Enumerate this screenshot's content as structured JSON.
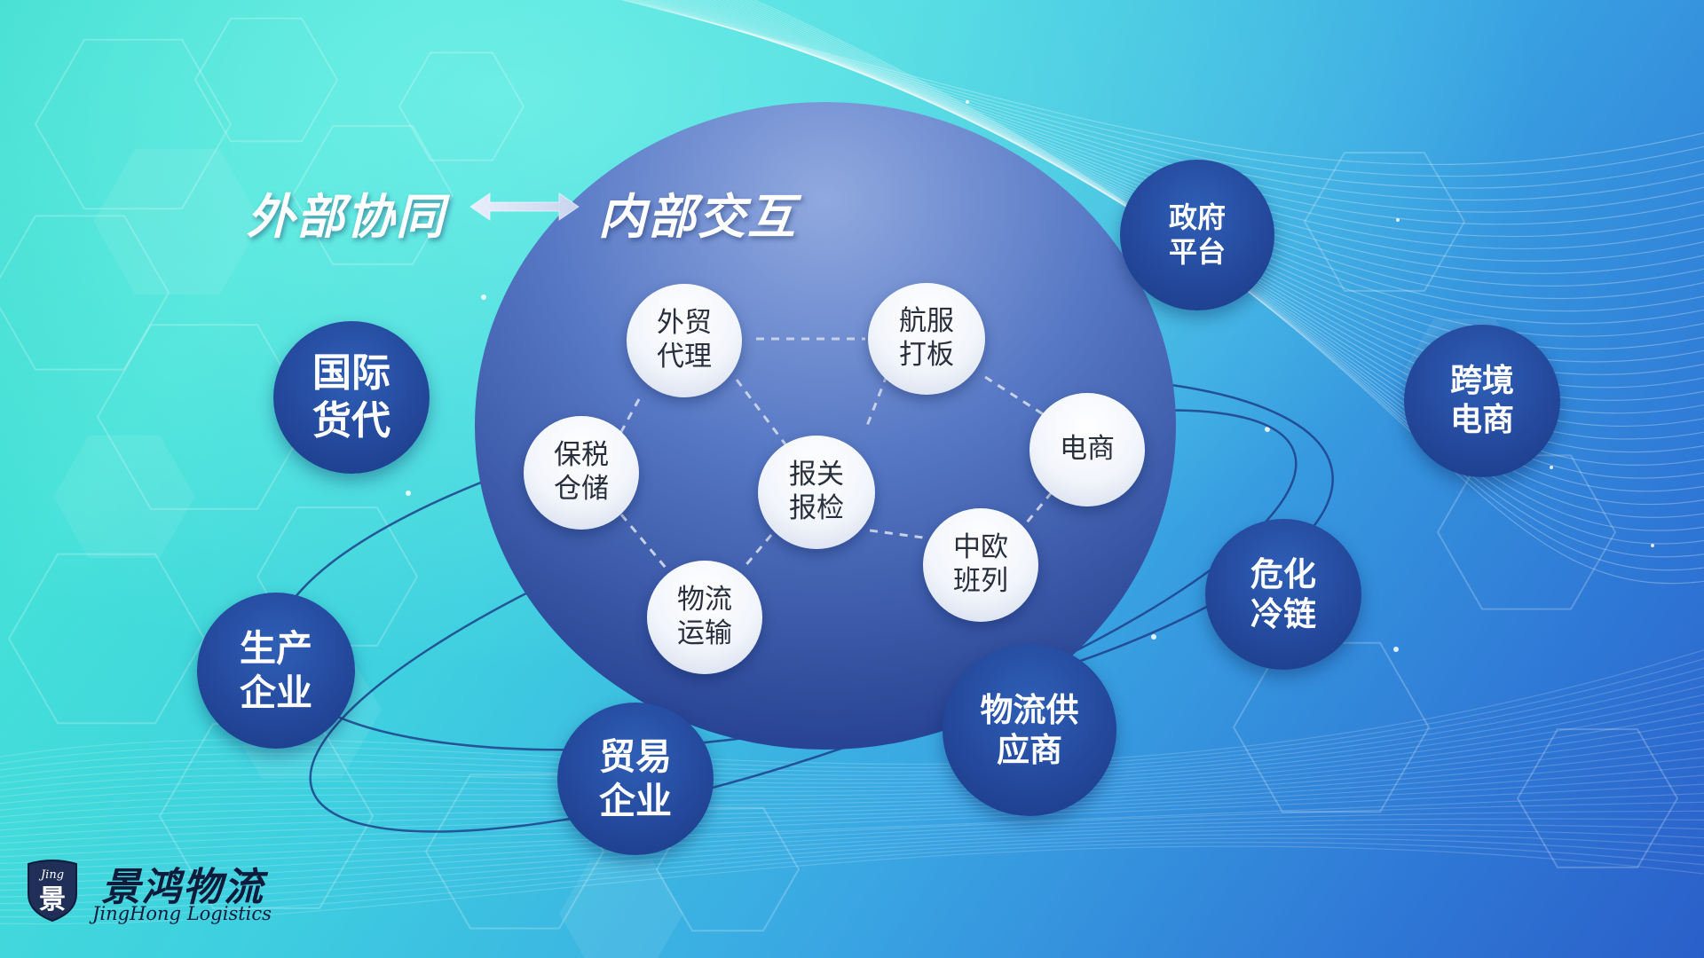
{
  "titles": {
    "external": "外部协同",
    "internal": "内部交互"
  },
  "outer_nodes": {
    "intl_forwarder": [
      "国际",
      "货代"
    ],
    "manufacturer": [
      "生产",
      "企业"
    ],
    "trade_company": [
      "贸易",
      "企业"
    ],
    "logistics_supplier": [
      "物流供",
      "应商"
    ],
    "hazmat_coldchain": [
      "危化",
      "冷链"
    ],
    "cross_border": [
      "跨境",
      "电商"
    ],
    "gov_platform": [
      "政府",
      "平台"
    ]
  },
  "inner_nodes": {
    "trade_agent": [
      "外贸",
      "代理"
    ],
    "air_service": [
      "航服",
      "打板"
    ],
    "bonded_storage": [
      "保税",
      "仓储"
    ],
    "customs": [
      "报关",
      "报检"
    ],
    "ecommerce": [
      "电商"
    ],
    "china_europe_rail": [
      "中欧",
      "班列"
    ],
    "transport": [
      "物流",
      "运输"
    ]
  },
  "logo": {
    "badge_text": "Jing",
    "badge_char": "景",
    "name_cn": "景鸿物流",
    "name_en": "JingHong  Logistics"
  },
  "colors": {
    "outer_node": "#23479a",
    "sphere_top": "#8fa8de",
    "sphere_bottom": "#233f8f",
    "connector": "#1e3f8a",
    "dashed": "#c8d2e6"
  }
}
